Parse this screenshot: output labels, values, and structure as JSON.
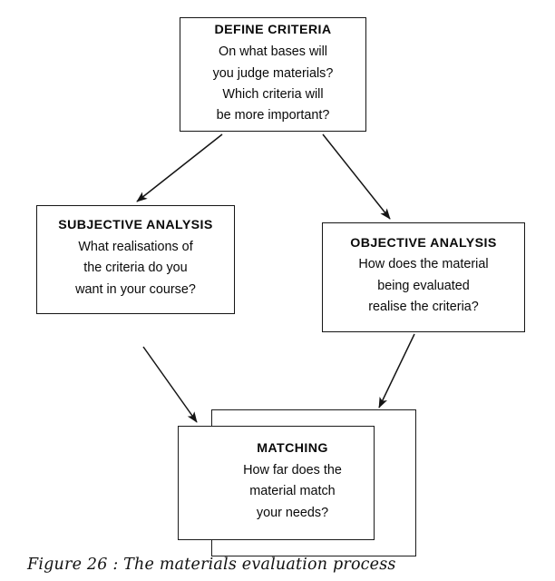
{
  "figure": {
    "caption": "Figure 26 : The materials evaluation process",
    "background_color": "#ffffff",
    "ink_color": "#151515"
  },
  "diagram": {
    "type": "flowchart",
    "nodes": [
      {
        "id": "define-criteria",
        "title": "DEFINE CRITERIA",
        "lines": [
          "On what bases will",
          "you judge materials?",
          "Which criteria will",
          "be more important?"
        ]
      },
      {
        "id": "subjective-analysis",
        "title": "SUBJECTIVE ANALYSIS",
        "lines": [
          "What realisations of",
          "the criteria do you",
          "want in your course?"
        ]
      },
      {
        "id": "objective-analysis",
        "title": "OBJECTIVE ANALYSIS",
        "lines": [
          "How does the material",
          "being evaluated",
          "realise the criteria?"
        ]
      },
      {
        "id": "matching",
        "title": "MATCHING",
        "lines": [
          "How far does the",
          "material match",
          "your needs?"
        ]
      }
    ],
    "edges": [
      {
        "from": "define-criteria",
        "to": "subjective-analysis"
      },
      {
        "from": "define-criteria",
        "to": "objective-analysis"
      },
      {
        "from": "subjective-analysis",
        "to": "matching"
      },
      {
        "from": "objective-analysis",
        "to": "matching"
      }
    ]
  }
}
